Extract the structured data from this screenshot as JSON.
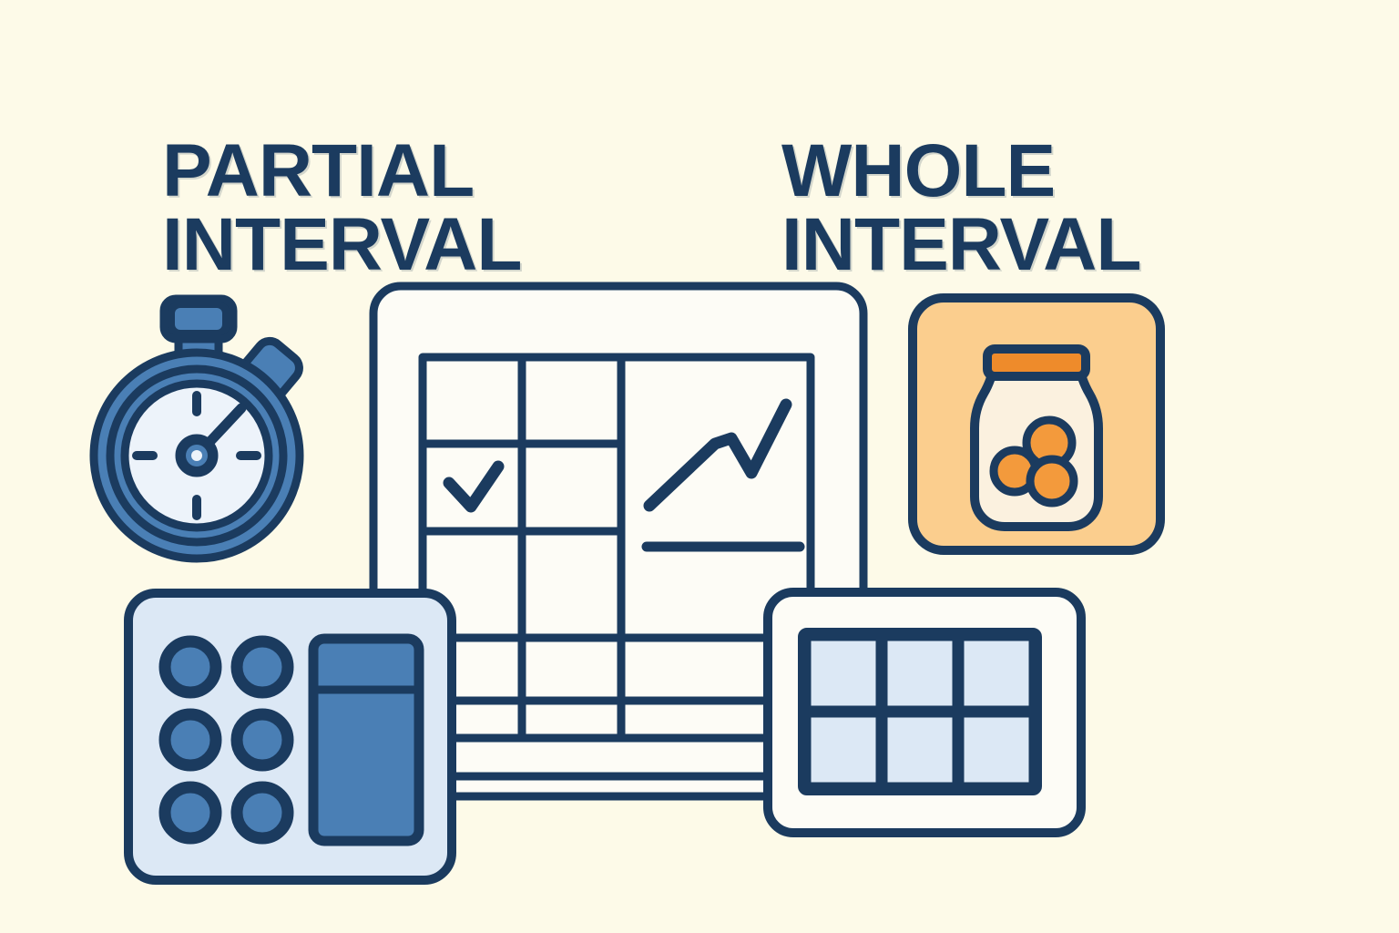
{
  "illustration": {
    "kind": "behavioral-data-collection-comparison-diagram",
    "background_color": "#FDFAE8",
    "outline_color": "#1B3B5F",
    "accent_blue": "#4A7FB5",
    "light_blue": "#DCE8F5",
    "pale_blue": "#EDF3FA",
    "card_cream": "#FDFCF6",
    "accent_orange": "#EE8B2B",
    "token_orange": "#F39A3C",
    "peach": "#FBCE8E"
  },
  "headings": {
    "left": {
      "line1": "PARTIAL",
      "line2": "INTERVAL"
    },
    "right": {
      "line1": "WHOLE",
      "line2": "INTERVAL"
    }
  },
  "icons": {
    "stopwatch": {
      "name": "stopwatch-icon",
      "face_color": "#EDF3FA",
      "bezel_color": "#4A7FB5",
      "tick_count": 4,
      "hand_direction": "upper-right",
      "has_crown_button": true,
      "has_side_button": true
    },
    "data_sheet": {
      "name": "data-sheet-card",
      "fill": "#FDFCF6",
      "grid_columns": 3,
      "grid_rows": 4,
      "checkmark_cell": {
        "row": 2,
        "column": 1
      },
      "footer_full_width_row": true
    },
    "trend_chart": {
      "name": "trend-line-chart",
      "baseline_visible": true,
      "points": [
        [
          0,
          12
        ],
        [
          34,
          58
        ],
        [
          46,
          64
        ],
        [
          62,
          44
        ],
        [
          100,
          92
        ]
      ]
    },
    "keypad": {
      "name": "response-keypad",
      "body_fill": "#DCE8F5",
      "button_fill": "#4A7FB5",
      "button_rows": 3,
      "button_columns": 2,
      "button_count": 6,
      "side_panel": {
        "segments": 2,
        "fill": "#4A7FB5"
      }
    },
    "token_jar": {
      "name": "token-jar-icon",
      "tile_fill": "#FBCE8E",
      "lid_fill": "#EE8B2B",
      "jar_fill": "#FBF1DF",
      "token_fill": "#F39A3C",
      "token_count": 3
    },
    "interval_grid": {
      "name": "interval-grid-card",
      "card_fill": "#FDFCF6",
      "cell_fill": "#DCE8F5",
      "columns": 3,
      "rows": 2,
      "cell_count": 6
    }
  },
  "chart_data": {
    "type": "line",
    "title": "",
    "xlabel": "",
    "ylabel": "",
    "x": [
      0,
      34,
      46,
      62,
      100
    ],
    "values": [
      12,
      58,
      64,
      44,
      92
    ],
    "series": [
      {
        "name": "trend",
        "values": [
          12,
          58,
          64,
          44,
          92
        ]
      }
    ],
    "xlim": [
      0,
      100
    ],
    "ylim": [
      0,
      100
    ],
    "grid": false,
    "legend": "none",
    "annotations": [
      "baseline bar below the trend line"
    ]
  }
}
